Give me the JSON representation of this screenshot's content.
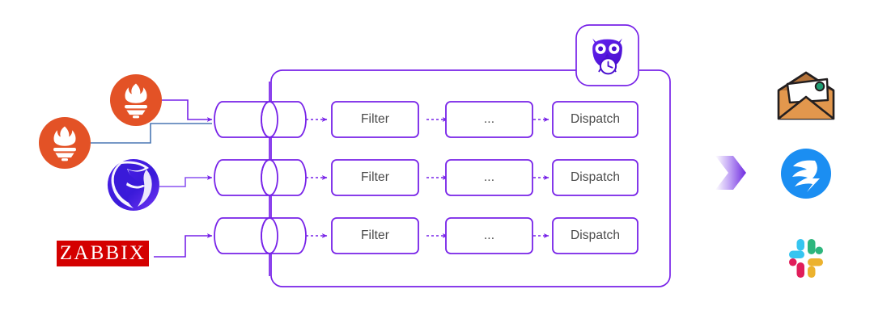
{
  "diagram": {
    "title": "Alerting pipeline architecture",
    "colors": {
      "accent": "#7722e8",
      "accent_dark": "#5b17c4",
      "line_blue": "#4a77b4",
      "box_stroke": "#7722e8",
      "text": "#4a4a4a",
      "prometheus_red": "#e35226",
      "zabbix_red": "#d40000",
      "dingtalk_blue": "#1b8ef2",
      "envelope_body": "#e2974d",
      "envelope_flap": "#b5733a",
      "envelope_outline": "#231f20",
      "seal_green": "#1f9d73",
      "slack_blue": "#36c5f0",
      "slack_green": "#2eb67d",
      "slack_red": "#e01e5a",
      "slack_yellow": "#ecb22e",
      "owl_purple": "#5b17e8",
      "arrow_gradient_start": "#ffffff",
      "arrow_gradient_end": "#6f2ae0"
    }
  },
  "sources": [
    {
      "id": "prometheus-primary",
      "name": "Prometheus",
      "icon": "prometheus-icon",
      "label": ""
    },
    {
      "id": "prometheus-secondary",
      "name": "Prometheus",
      "icon": "prometheus-icon",
      "label": ""
    },
    {
      "id": "nightingale",
      "name": "Nightingale",
      "icon": "nightingale-bird-icon",
      "label": ""
    },
    {
      "id": "zabbix",
      "name": "Zabbix",
      "icon": "zabbix-logo",
      "label": "ZABBIX"
    }
  ],
  "engine": {
    "badge_icon": "owl-clock-icon",
    "badge_name": "alert-engine-owl-badge",
    "rows": [
      {
        "queue_label": "",
        "stages": [
          {
            "key": "filter",
            "label": "Filter"
          },
          {
            "key": "ellipsis",
            "label": "..."
          },
          {
            "key": "dispatch",
            "label": "Dispatch"
          }
        ]
      },
      {
        "queue_label": "",
        "stages": [
          {
            "key": "filter",
            "label": "Filter"
          },
          {
            "key": "ellipsis",
            "label": "..."
          },
          {
            "key": "dispatch",
            "label": "Dispatch"
          }
        ]
      },
      {
        "queue_label": "",
        "stages": [
          {
            "key": "filter",
            "label": "Filter"
          },
          {
            "key": "ellipsis",
            "label": "..."
          },
          {
            "key": "dispatch",
            "label": "Dispatch"
          }
        ]
      }
    ]
  },
  "flow_arrow": {
    "name": "gradient-chevron-arrow",
    "label": ""
  },
  "destinations": [
    {
      "id": "email",
      "name": "Email",
      "icon": "envelope-icon",
      "label": ""
    },
    {
      "id": "dingtalk",
      "name": "DingTalk",
      "icon": "dingtalk-icon",
      "label": ""
    },
    {
      "id": "slack",
      "name": "Slack",
      "icon": "slack-icon",
      "label": ""
    }
  ]
}
